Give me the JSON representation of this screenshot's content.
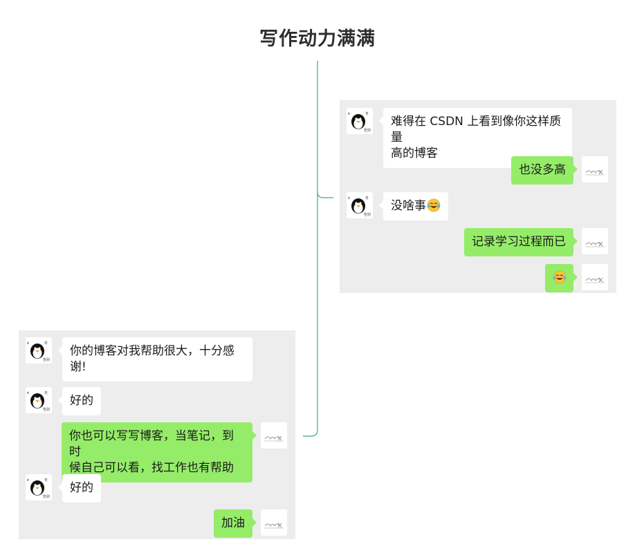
{
  "title": "写作动力满满",
  "colors": {
    "panel_bg": "#ededed",
    "bubble_sent": "#95ec69",
    "bubble_received": "#ffffff",
    "connector_line": "#3aa88e",
    "title_text": "#2e2e2e"
  },
  "chats": [
    {
      "messages": [
        {
          "side": "left",
          "avatar": "penguin-avatar-icon",
          "text": "难得在 CSDN 上看到像你这样质量\n高的博客"
        },
        {
          "side": "right",
          "avatar": "sketch-avatar-icon",
          "text": "也没多高"
        },
        {
          "side": "left",
          "avatar": "penguin-avatar-icon",
          "text": "没啥事",
          "emoji": "tears-of-joy-emoji-icon"
        },
        {
          "side": "right",
          "avatar": "sketch-avatar-icon",
          "text": "记录学习过程而已"
        },
        {
          "side": "right",
          "avatar": "sketch-avatar-icon",
          "text": "",
          "emoji": "tears-of-joy-emoji-icon"
        }
      ]
    },
    {
      "messages": [
        {
          "side": "left",
          "avatar": "penguin-avatar-icon",
          "text": "你的博客对我帮助很大，十分感\n谢!"
        },
        {
          "side": "left",
          "avatar": "penguin-avatar-icon",
          "text": "好的"
        },
        {
          "side": "right",
          "avatar": "sketch-avatar-icon",
          "text": "你也可以写写博客，当笔记，到时\n候自己可以看，找工作也有帮助"
        },
        {
          "side": "left",
          "avatar": "penguin-avatar-icon",
          "text": "好的"
        },
        {
          "side": "right",
          "avatar": "sketch-avatar-icon",
          "text": "加油"
        }
      ]
    }
  ]
}
